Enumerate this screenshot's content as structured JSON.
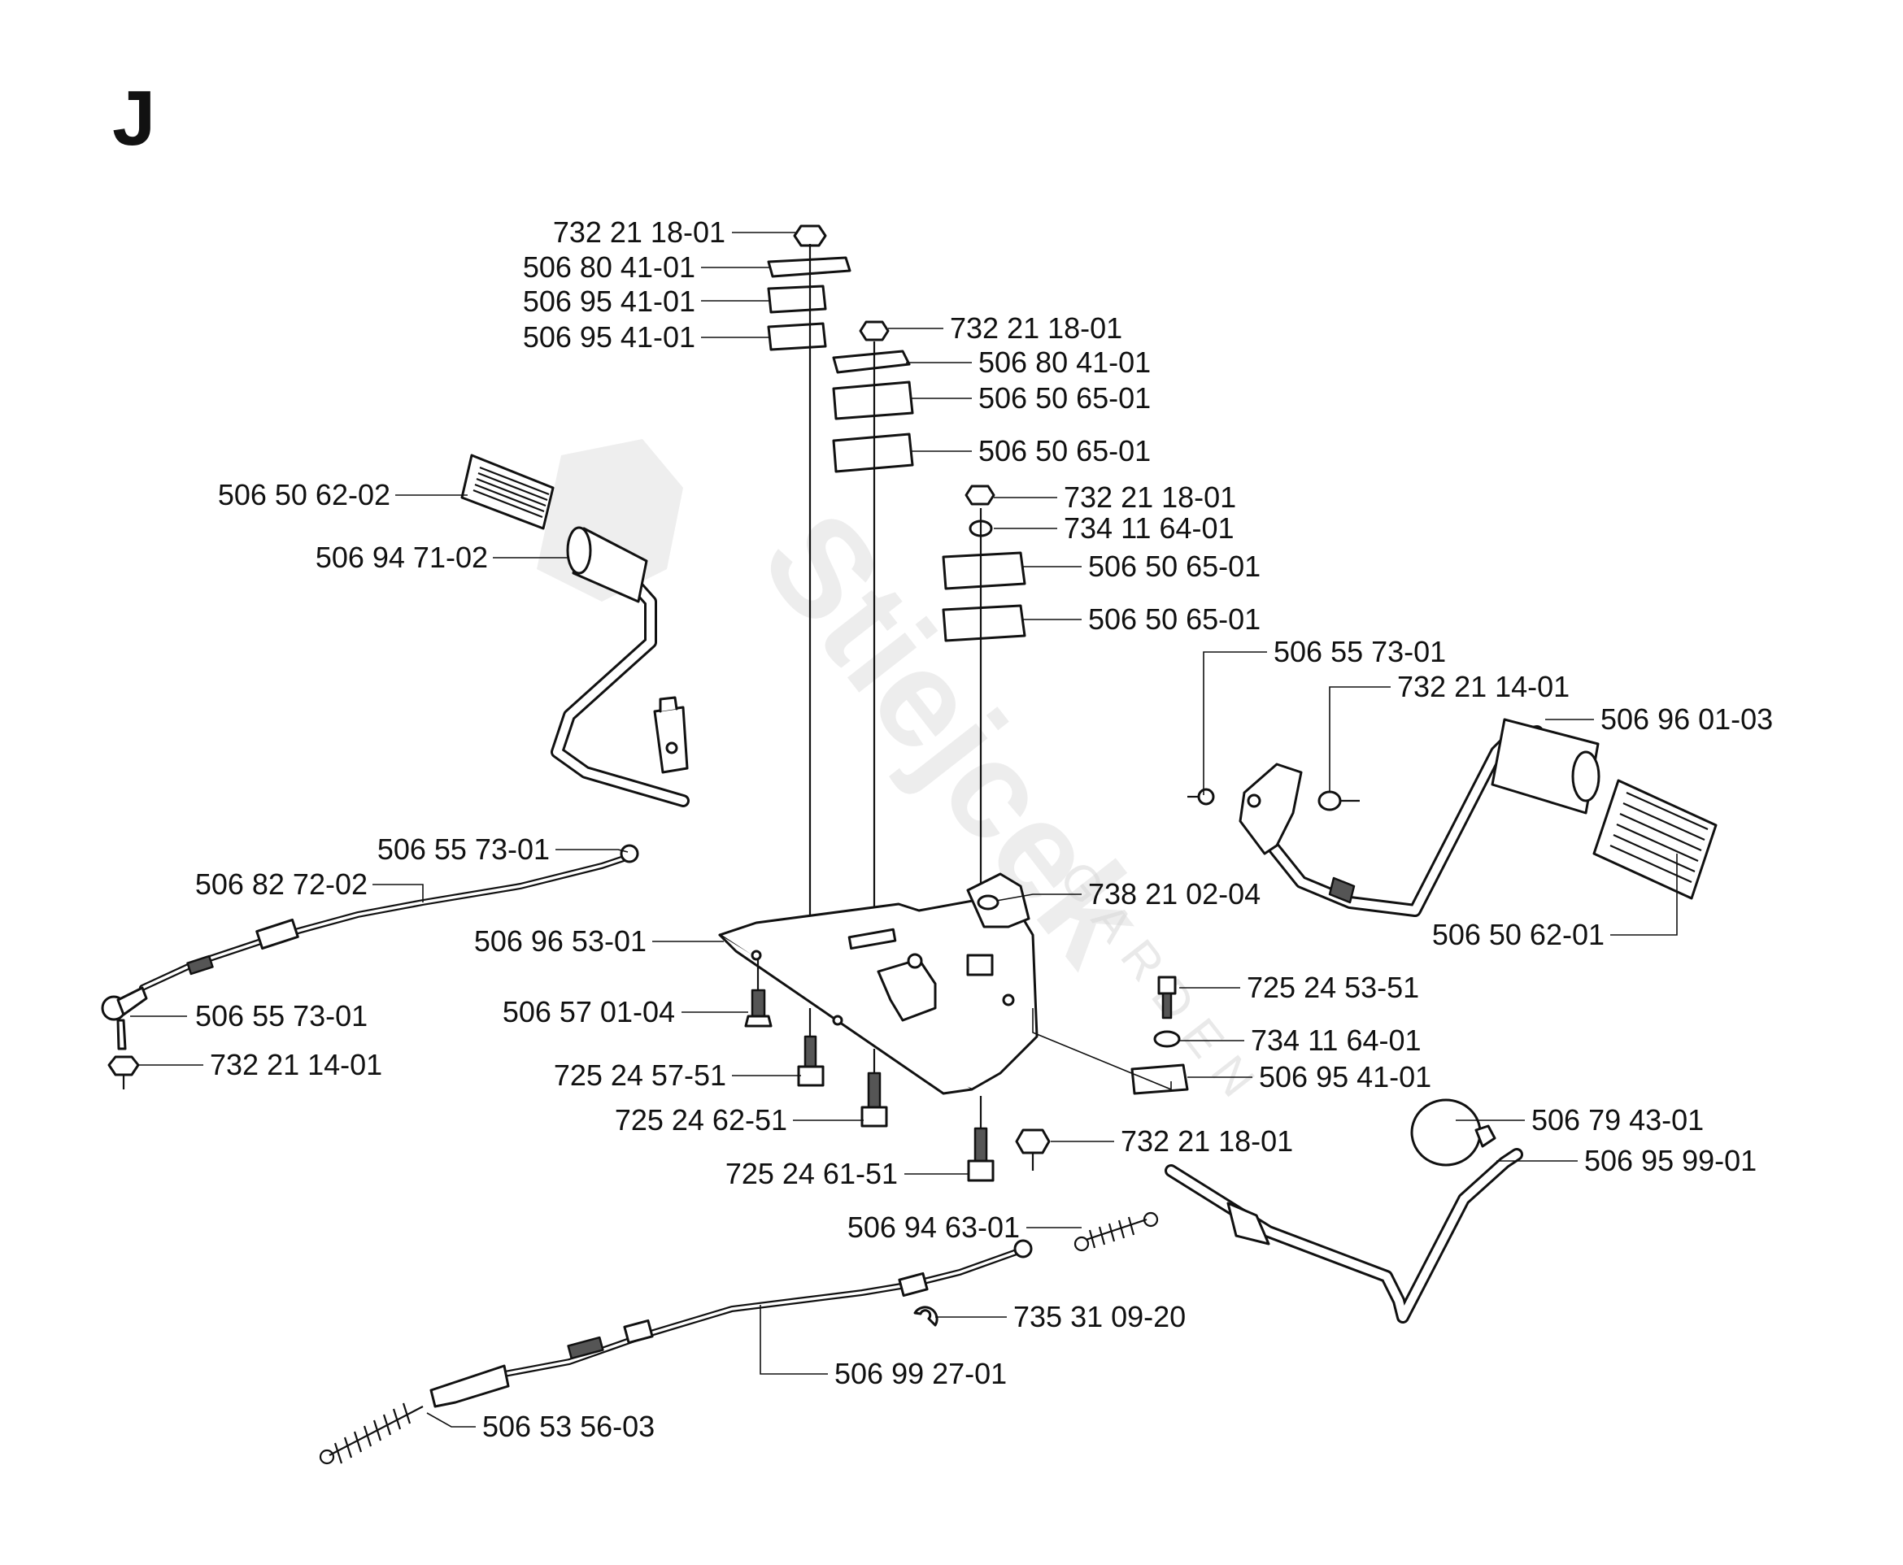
{
  "page": {
    "section": "J"
  },
  "watermark": {
    "brand": "Stiejcek",
    "sub": "GARDEN"
  },
  "callouts": [
    {
      "id": "c01",
      "part_no": "732 21 18-01"
    },
    {
      "id": "c02",
      "part_no": "506 80 41-01"
    },
    {
      "id": "c03",
      "part_no": "506 95 41-01"
    },
    {
      "id": "c04",
      "part_no": "506 95 41-01"
    },
    {
      "id": "c05",
      "part_no": "732 21 18-01"
    },
    {
      "id": "c06",
      "part_no": "506 80 41-01"
    },
    {
      "id": "c07",
      "part_no": "506 50 65-01"
    },
    {
      "id": "c08",
      "part_no": "506 50 65-01"
    },
    {
      "id": "c09",
      "part_no": "506 50 62-02"
    },
    {
      "id": "c10",
      "part_no": "506 94 71-02"
    },
    {
      "id": "c11",
      "part_no": "732 21 18-01"
    },
    {
      "id": "c12",
      "part_no": "734 11 64-01"
    },
    {
      "id": "c13",
      "part_no": "506 50 65-01"
    },
    {
      "id": "c14",
      "part_no": "506 50 65-01"
    },
    {
      "id": "c15",
      "part_no": "506 55 73-01"
    },
    {
      "id": "c16",
      "part_no": "732 21 14-01"
    },
    {
      "id": "c17",
      "part_no": "506 96 01-03"
    },
    {
      "id": "c18",
      "part_no": "506 55 73-01"
    },
    {
      "id": "c19",
      "part_no": "506 82 72-02"
    },
    {
      "id": "c20",
      "part_no": "738 21 02-04"
    },
    {
      "id": "c21",
      "part_no": "506 96 53-01"
    },
    {
      "id": "c22",
      "part_no": "506 50 62-01"
    },
    {
      "id": "c23",
      "part_no": "725 24 53-51"
    },
    {
      "id": "c24",
      "part_no": "506 57 01-04"
    },
    {
      "id": "c25",
      "part_no": "506 55 73-01"
    },
    {
      "id": "c26",
      "part_no": "734 11 64-01"
    },
    {
      "id": "c27",
      "part_no": "732 21 14-01"
    },
    {
      "id": "c28",
      "part_no": "725 24 57-51"
    },
    {
      "id": "c29",
      "part_no": "506 95 41-01"
    },
    {
      "id": "c30",
      "part_no": "506 79 43-01"
    },
    {
      "id": "c31",
      "part_no": "725 24 62-51"
    },
    {
      "id": "c32",
      "part_no": "732 21 18-01"
    },
    {
      "id": "c33",
      "part_no": "506 95 99-01"
    },
    {
      "id": "c34",
      "part_no": "725 24 61-51"
    },
    {
      "id": "c35",
      "part_no": "506 94 63-01"
    },
    {
      "id": "c36",
      "part_no": "735 31 09-20"
    },
    {
      "id": "c37",
      "part_no": "506 99 27-01"
    },
    {
      "id": "c38",
      "part_no": "506 53 56-03"
    }
  ]
}
